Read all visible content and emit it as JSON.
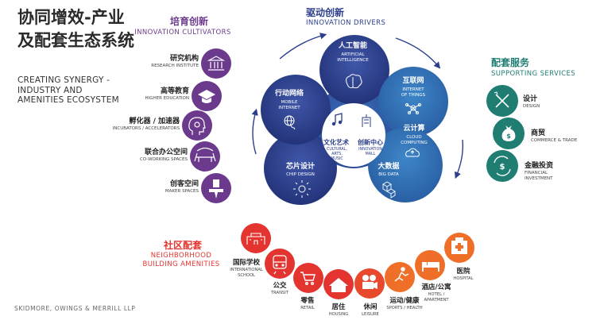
{
  "title": {
    "cn": "协同增效-产业及配套生态系统",
    "en": "CREATING SYNERGY - INDUSTRY AND AMENITIES ECOSYSTEM"
  },
  "credit": "SKIDMORE, OWINGS & MERRILL LLP",
  "colors": {
    "purple": "#6b3a8c",
    "navy": "#2c3e8c",
    "blue": "#2f6fb3",
    "teal": "#1f7d72",
    "red": "#e3342f",
    "orange": "#ef6f28"
  },
  "cultivators": {
    "title_cn": "培育创新",
    "title_en": "INNOVATION CULTIVATORS",
    "items": [
      {
        "cn": "研究机构",
        "en": "RESEARCH INSTITUTE",
        "icon": "institute-icon"
      },
      {
        "cn": "高等教育",
        "en": "HIGHER EDUCATION",
        "icon": "graduation-cap-icon"
      },
      {
        "cn": "孵化器 / 加速器",
        "en": "INCUBATORS / ACCELERATORS",
        "icon": "head-gear-icon"
      },
      {
        "cn": "联合办公空间",
        "en": "CO-WORKING SPACES",
        "icon": "meeting-table-icon"
      },
      {
        "cn": "创客空间",
        "en": "MAKER SPACES",
        "icon": "tool-icon"
      }
    ]
  },
  "drivers": {
    "title_cn": "驱动创新",
    "title_en": "INNOVATION DRIVERS",
    "items": [
      {
        "cn": "人工智能",
        "en1": "ARTIFICIAL",
        "en2": "INTELLIGENCE",
        "icon": "brain-icon"
      },
      {
        "cn": "互联网",
        "en1": "INTERNET",
        "en2": "OF THINGS",
        "icon": "network-icon"
      },
      {
        "cn": "云计算",
        "en1": "CLOUD",
        "en2": "COMPUTING",
        "icon": "cloud-icon"
      },
      {
        "cn": "大数据",
        "en1": "BIG DATA",
        "en2": "",
        "icon": "cubes-icon"
      },
      {
        "cn": "芯片设计",
        "en1": "CHIP DESIGN",
        "en2": "",
        "icon": "chip-icon"
      },
      {
        "cn": "行动网络",
        "en1": "MOBILE",
        "en2": "INTERNET",
        "icon": "globe-icon"
      }
    ],
    "center": [
      {
        "cn": "文化艺术",
        "en1": "CULTURAL,",
        "en2": "ARTS,",
        "en3": "MUSIC",
        "icon": "music-icon"
      },
      {
        "cn": "创新中心",
        "en1": "INNOVATION",
        "en2": "MALL",
        "en3": "",
        "icon": "building-icon"
      }
    ]
  },
  "supporting": {
    "title_cn": "配套服务",
    "title_en": "SUPPORTING SERVICES",
    "items": [
      {
        "cn": "设计",
        "en1": "DESIGN",
        "en2": "",
        "icon": "design-tools-icon"
      },
      {
        "cn": "商贸",
        "en1": "COMMERCE & TRADE",
        "en2": "",
        "icon": "money-bag-icon"
      },
      {
        "cn": "金融投资",
        "en1": "FINANCIAL",
        "en2": "INVESTMENT",
        "icon": "dollar-cycle-icon"
      }
    ]
  },
  "amenities": {
    "title_cn": "社区配套",
    "title_en1": "NEIGHBORHOOD",
    "title_en2": "BUILDING AMENITIES",
    "items": [
      {
        "cn": "国际学校",
        "en1": "INTERNATIONAL",
        "en2": "SCHOOL",
        "icon": "school-icon"
      },
      {
        "cn": "公交",
        "en1": "TRANSIT",
        "en2": "",
        "icon": "train-icon"
      },
      {
        "cn": "零售",
        "en1": "RETAIL",
        "en2": "",
        "icon": "cart-icon"
      },
      {
        "cn": "居住",
        "en1": "HOUSING",
        "en2": "",
        "icon": "house-icon"
      },
      {
        "cn": "休闲",
        "en1": "LEISURE",
        "en2": "",
        "icon": "camera-icon"
      },
      {
        "cn": "运动/健康",
        "en1": "SPORTS / HEALTH",
        "en2": "",
        "icon": "runner-icon"
      },
      {
        "cn": "酒店/公寓",
        "en1": "HOTEL /",
        "en2": "APARTMENT",
        "icon": "bed-icon"
      },
      {
        "cn": "医院",
        "en1": "HOSPITAL",
        "en2": "",
        "icon": "hospital-icon"
      }
    ]
  }
}
